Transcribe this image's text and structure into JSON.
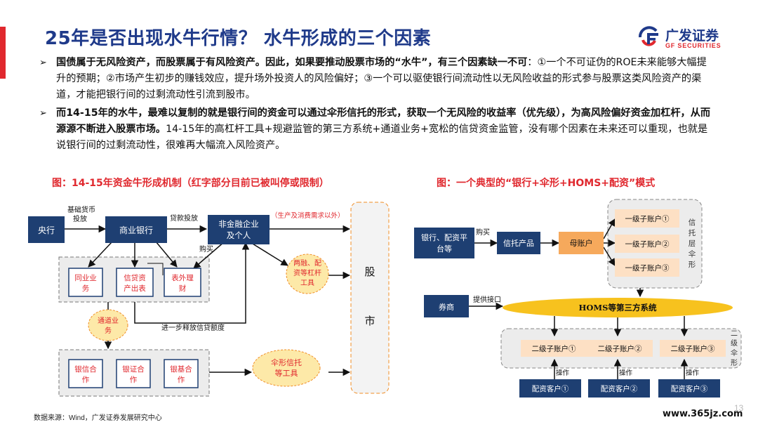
{
  "title": "25年是否出现水牛行情？ 水牛形成的三个因素",
  "logo": {
    "cn": "广发证券",
    "en": "GF SECURITIES"
  },
  "bullet1": {
    "bold": "国债属于无风险资产，而股票属于有风险资产。因此，如果要推动股票市场的“水牛”，有三个因素缺一不可",
    "text": "：①一个不可证伪的ROE未来能够大幅提升的预期；②市场产生初步的赚钱效应，提升场外投资人的风险偏好；③一个可以驱使银行间流动性以无风险收益的形式参与股票这类风险资产的渠道，才能把银行间的过剩流动性引流到股市。"
  },
  "bullet2": {
    "bold": "而14-15年的水牛，最难以复制的就是银行间的资金可以通过伞形信托的形式，获取一个无风险的收益率（优先级），为高风险偏好资金加杠杆，从而源源不断进入股票市场。",
    "text": "14-15年的高杠杆工具+规避监管的第三方系统+通道业务+宽松的信贷资金监管，没有哪个因素在未来还可以重现，也就是说银行间的过剩流动性，很难再大幅流入风险资产。"
  },
  "caption_left": "图：14-15年资金牛形成机制（红字部分目前已被叫停或限制）",
  "caption_right": "图：一个典型的“银行+伞形+HOMS+配资”模式",
  "left_diagram": {
    "central_bank": "央行",
    "base_money": "基础货币投放",
    "commercial_bank": "商业银行",
    "loan": "贷款投放",
    "nonfin": "非金融企业及个人",
    "nonfin_note": "（生产及消费需求以外）",
    "buy": "购买",
    "interbank": "同业业务",
    "credit_out": "信贷资产出表",
    "offbalance": "表外理财",
    "release": "进一步释放信贷额度",
    "channel": "通道业务",
    "margin": "两融、配资等杠杆工具",
    "stock1": "股",
    "stock2": "市",
    "bank_trust": "银信合作",
    "bank_sec": "银证合作",
    "bank_fund": "银基合作",
    "umbrella": "伞形信托等工具"
  },
  "right_diagram": {
    "bank_platform": "银行、配资平台等",
    "buy": "购买",
    "trust_product": "信托产品",
    "mother": "母账户",
    "sub1": [
      "一级子账户①",
      "一级子账户②",
      "一级子账户③"
    ],
    "trust_layer": "信托层伞形",
    "broker": "券商",
    "provide": "提供接口",
    "homs": "HOMS等第三方系统",
    "sub2": [
      "二级子账户①",
      "二级子账户②",
      "二级子账户③"
    ],
    "layer2": "二级伞形",
    "operate": "操作",
    "clients": [
      "配资客户①",
      "配资客户②",
      "配资客户③"
    ]
  },
  "source": "数据来源：Wind，广发证券发展研究中心",
  "watermark": "www.365jz.com",
  "page_number": "13",
  "colors": {
    "navy": "#1f3a8a",
    "red": "#e0282e",
    "orange": "#f08c23",
    "gold": "#f7c21e",
    "box_blue": "#1e3f72"
  }
}
